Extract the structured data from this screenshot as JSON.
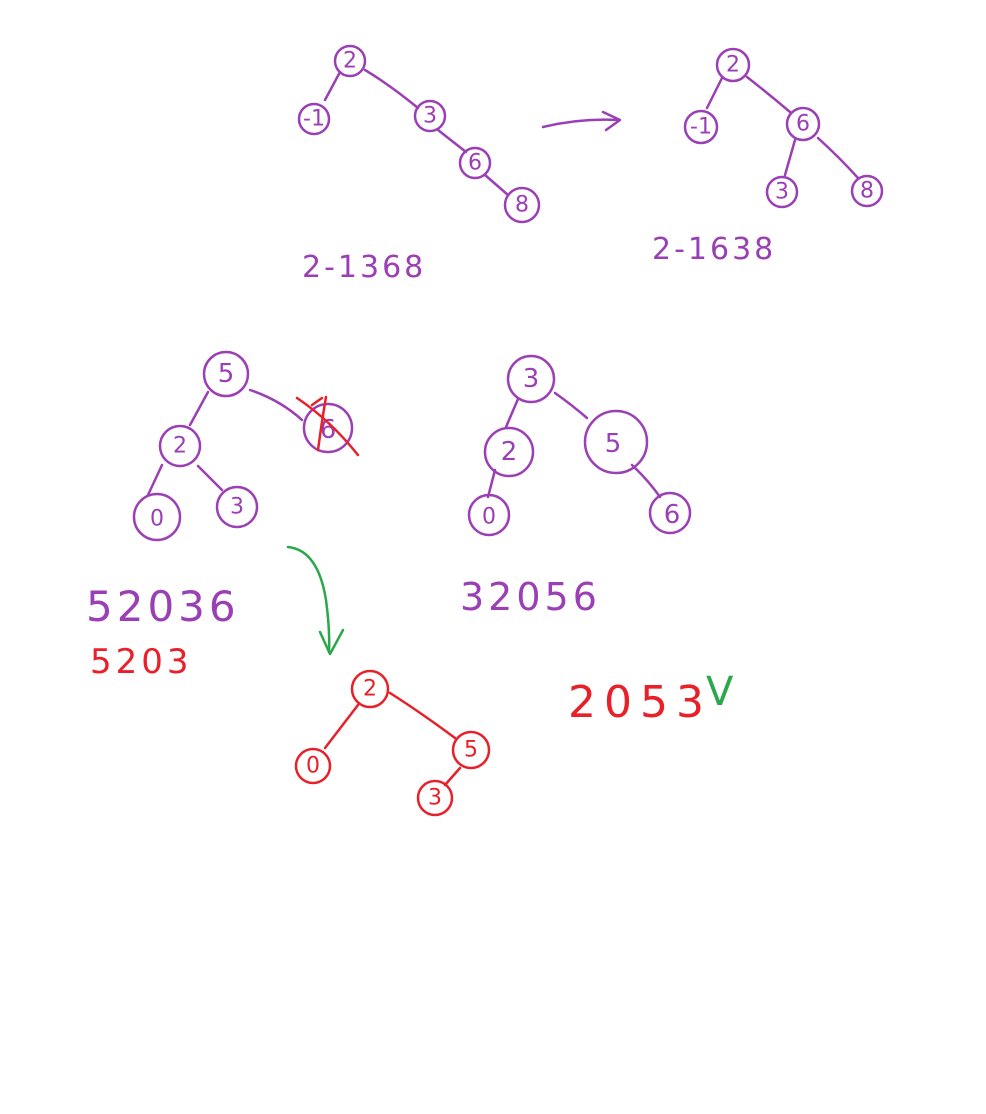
{
  "colors": {
    "purple": "#9b3fb5",
    "red": "#e8202a",
    "green": "#2aa84a"
  },
  "trees": {
    "t1": {
      "n_root": "2",
      "n_left": "-1",
      "n_a": "3",
      "n_b": "6",
      "n_c": "8"
    },
    "t2": {
      "n_root": "2",
      "n_left": "-1",
      "n_mid": "6",
      "n_ll": "3",
      "n_rr": "8"
    },
    "t3": {
      "n_root": "5",
      "n_left": "2",
      "n_ll": "0",
      "n_lr": "3",
      "n_right": "6"
    },
    "t4": {
      "n_root": "3",
      "n_left": "2",
      "n_ll": "0",
      "n_right": "5",
      "n_rr": "6"
    },
    "t5": {
      "n_root": "2",
      "n_left": "0",
      "n_right": "5",
      "n_rl": "3"
    }
  },
  "sequences": {
    "s1": "2-1368",
    "s2": "2-1638",
    "s3": "52036",
    "s4": "5203",
    "s5": "32056",
    "s6": "2053",
    "check": "V"
  }
}
